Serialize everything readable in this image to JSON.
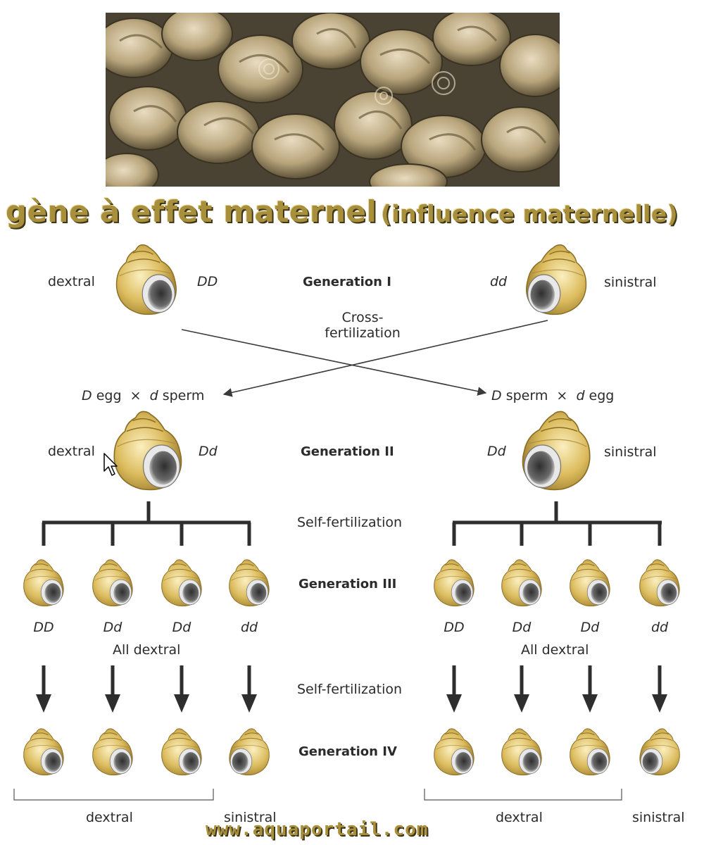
{
  "heading": {
    "main": "gène à effet maternel",
    "sub": "(influence maternelle)"
  },
  "generation_1": {
    "label": "Generation I",
    "left_phenotype": "dextral",
    "left_genotype": "DD",
    "right_genotype": "dd",
    "right_phenotype": "sinistral",
    "cross_label_line1": "Cross-",
    "cross_label_line2": "fertilization"
  },
  "crosses": {
    "left": {
      "egg_allele": "D",
      "egg_word": "egg",
      "times": "×",
      "sperm_allele": "d",
      "sperm_word": "sperm"
    },
    "right": {
      "sperm_allele": "D",
      "sperm_word": "sperm",
      "times": "×",
      "egg_allele": "d",
      "egg_word": "egg"
    }
  },
  "generation_2": {
    "label": "Generation II",
    "left_phenotype": "dextral",
    "left_genotype": "Dd",
    "right_genotype": "Dd",
    "right_phenotype": "sinistral"
  },
  "self_fertilization_label": "Self-fertilization",
  "generation_3": {
    "label": "Generation III",
    "left_genotypes": [
      "DD",
      "Dd",
      "Dd",
      "dd"
    ],
    "right_genotypes": [
      "DD",
      "Dd",
      "Dd",
      "dd"
    ],
    "left_summary": "All dextral",
    "right_summary": "All dextral"
  },
  "generation_4": {
    "label": "Generation IV",
    "left_dextral": "dextral",
    "left_sinistral": "sinistral",
    "right_dextral": "dextral",
    "right_sinistral": "sinistral"
  },
  "footer_text": "www.aquaportail.com",
  "colors": {
    "heading_gold": "#a88f3c",
    "shell_gold": "#d8b85a",
    "line": "#3a3a3a"
  }
}
